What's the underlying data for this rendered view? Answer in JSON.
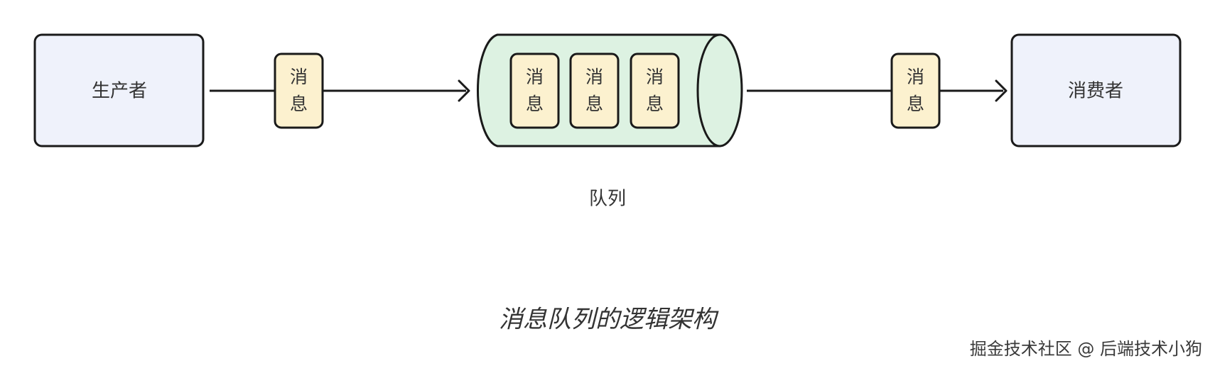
{
  "diagram": {
    "producer": {
      "label": "生产者"
    },
    "consumer": {
      "label": "消费者"
    },
    "queue": {
      "label": "队列"
    },
    "messages": {
      "incoming": {
        "line1": "消",
        "line2": "息"
      },
      "queued": [
        {
          "line1": "消",
          "line2": "息"
        },
        {
          "line1": "消",
          "line2": "息"
        },
        {
          "line1": "消",
          "line2": "息"
        }
      ],
      "outgoing": {
        "line1": "消",
        "line2": "息"
      }
    }
  },
  "caption": "消息队列的逻辑架构",
  "watermark": "掘金技术社区 @ 后端技术小狗",
  "colors": {
    "node_fill": "#eff2fb",
    "message_fill": "#fcf1cf",
    "queue_fill": "#ddf2e2",
    "stroke": "#1a1a1a"
  }
}
